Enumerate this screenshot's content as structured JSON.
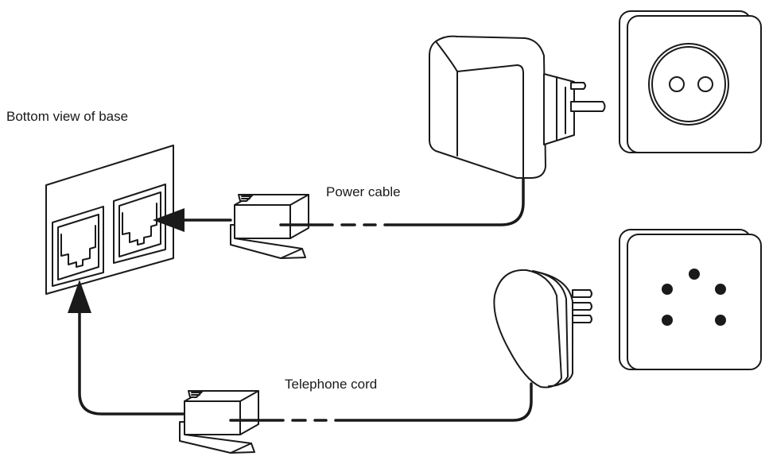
{
  "labels": {
    "base_view": "Bottom view of base",
    "power_cable": "Power cable",
    "telephone_cord": "Telephone cord"
  },
  "colors": {
    "line": "#1a1a1a",
    "background": "#ffffff"
  }
}
